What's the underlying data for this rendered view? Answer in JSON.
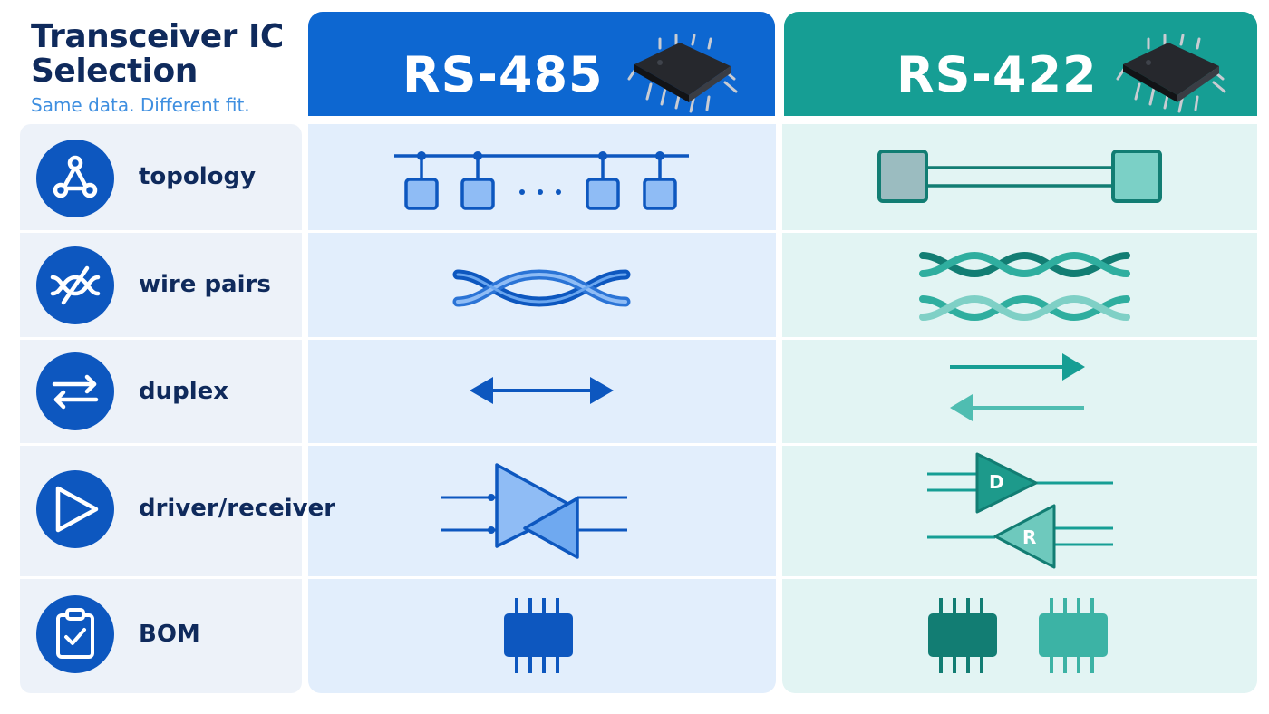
{
  "title_line1": "Transceiver IC",
  "title_line2": "Selection",
  "subtitle": "Same data. Different fit.",
  "columns": [
    {
      "label": "RS-485",
      "color": "#0d67d1",
      "icon": "chip-icon"
    },
    {
      "label": "RS-422",
      "color": "#169e94",
      "icon": "chip-icon"
    }
  ],
  "rows": [
    {
      "label": "topology",
      "icon": "topology-icon"
    },
    {
      "label": "wire pairs",
      "icon": "twisted-pair-icon"
    },
    {
      "label": "duplex",
      "icon": "swap-arrows-icon"
    },
    {
      "label": "driver/receiver",
      "icon": "play-triangle-icon"
    },
    {
      "label": "BOM",
      "icon": "clipboard-check-icon"
    }
  ],
  "cells": {
    "rs422_driver_tag": "D",
    "rs422_receiver_tag": "R"
  },
  "colors": {
    "blue_dark": "#0d57bf",
    "blue_fill": "#8fbcf5",
    "teal_dark": "#127d73",
    "teal_fill": "#4fc0b3",
    "title_navy": "#0f2a5c"
  }
}
